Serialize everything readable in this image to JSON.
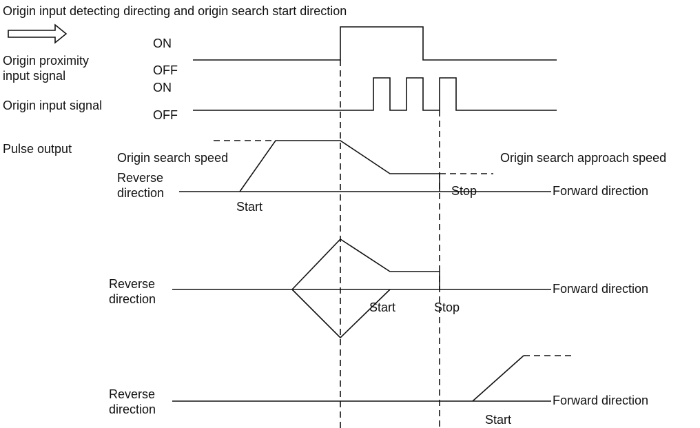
{
  "title": "Origin input detecting directing and origin search start direction",
  "labels": {
    "on_1": "ON",
    "off_1": "OFF",
    "origin_proximity_1": "Origin proximity",
    "origin_proximity_2": "input signal",
    "on_2": "ON",
    "off_2": "OFF",
    "origin_input": "Origin input signal",
    "pulse_output": "Pulse output",
    "search_speed": "Origin search speed",
    "approach_speed": "Origin search approach speed",
    "reverse_1a": "Reverse",
    "reverse_1b": "direction",
    "forward_1": "Forward direction",
    "start_1": "Start",
    "stop_1": "Stop",
    "reverse_2a": "Reverse",
    "reverse_2b": "direction",
    "forward_2": "Forward direction",
    "start_2": "Start",
    "stop_2": "Stop",
    "reverse_3a": "Reverse",
    "reverse_3b": "direction",
    "forward_3": "Forward direction",
    "start_3": "Start"
  },
  "colors": {
    "line": "#111111",
    "background": "#ffffff"
  },
  "icons": {
    "direction_arrow": "hollow-right-arrow-icon"
  }
}
